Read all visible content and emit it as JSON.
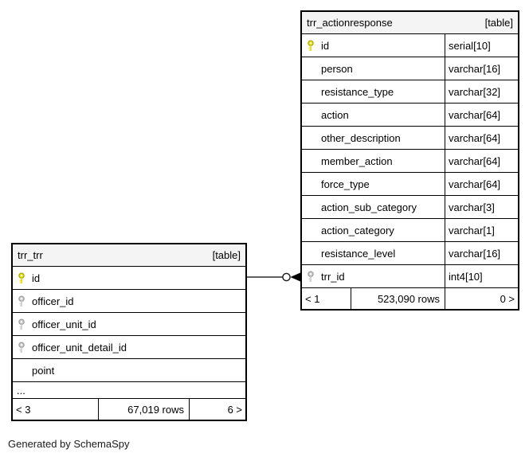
{
  "page": {
    "background": "#ffffff",
    "footer_note": "Generated by SchemaSpy"
  },
  "colors": {
    "table_border": "#000000",
    "header_background": "#f4f4f4",
    "row_background": "#ffffff",
    "primary_key_icon": "#e8e313",
    "foreign_key_icon": "#d0d0d0",
    "relationship_line": "#2b2b2b"
  },
  "icons": {
    "primary_key": "yellow-key-icon",
    "foreign_key": "gray-key-icon",
    "relationship_end": "circle-and-arrowhead"
  },
  "tables": [
    {
      "name": "trr_actionresponse",
      "badge": "[table]",
      "columns": [
        {
          "name": "id",
          "type": "serial[10]",
          "key": "primary"
        },
        {
          "name": "person",
          "type": "varchar[16]",
          "key": "none"
        },
        {
          "name": "resistance_type",
          "type": "varchar[32]",
          "key": "none"
        },
        {
          "name": "action",
          "type": "varchar[64]",
          "key": "none"
        },
        {
          "name": "other_description",
          "type": "varchar[64]",
          "key": "none"
        },
        {
          "name": "member_action",
          "type": "varchar[64]",
          "key": "none"
        },
        {
          "name": "force_type",
          "type": "varchar[64]",
          "key": "none"
        },
        {
          "name": "action_sub_category",
          "type": "varchar[3]",
          "key": "none"
        },
        {
          "name": "action_category",
          "type": "varchar[1]",
          "key": "none"
        },
        {
          "name": "resistance_level",
          "type": "varchar[16]",
          "key": "none"
        },
        {
          "name": "trr_id",
          "type": "int4[10]",
          "key": "foreign"
        }
      ],
      "footer": {
        "parents": "< 1",
        "row_count": "523,090 rows",
        "children": "0 >"
      }
    },
    {
      "name": "trr_trr",
      "badge": "[table]",
      "columns": [
        {
          "name": "id",
          "key": "primary"
        },
        {
          "name": "officer_id",
          "key": "foreign"
        },
        {
          "name": "officer_unit_id",
          "key": "foreign"
        },
        {
          "name": "officer_unit_detail_id",
          "key": "foreign"
        },
        {
          "name": "point",
          "key": "none"
        },
        {
          "name": "...",
          "key": "ellipsis"
        }
      ],
      "footer": {
        "parents": "< 3",
        "row_count": "67,019 rows",
        "children": "6 >"
      }
    }
  ],
  "relationship": {
    "from_table": "trr_trr",
    "from_column": "id",
    "to_table": "trr_actionresponse",
    "to_column": "trr_id"
  }
}
